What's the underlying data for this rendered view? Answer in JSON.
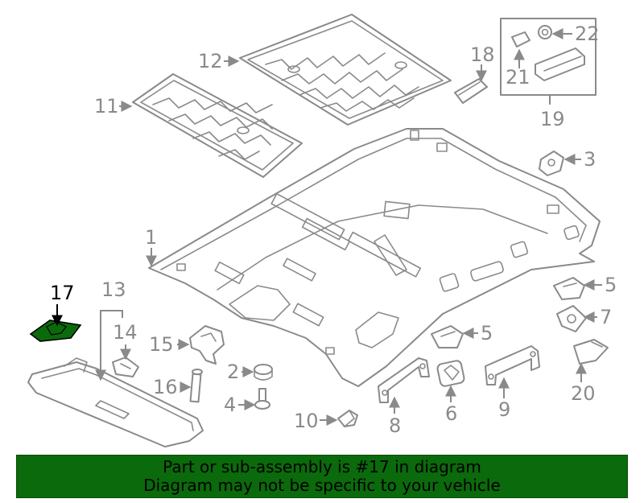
{
  "highlight": {
    "part_number": "17",
    "color": "#0b6a0b"
  },
  "callouts": {
    "c1": "1",
    "c2": "2",
    "c3": "3",
    "c4": "4",
    "c5a": "5",
    "c5b": "5",
    "c6": "6",
    "c7": "7",
    "c8": "8",
    "c9": "9",
    "c10": "10",
    "c11": "11",
    "c12": "12",
    "c13": "13",
    "c14": "14",
    "c15": "15",
    "c16": "16",
    "c17": "17",
    "c18": "18",
    "c19": "19",
    "c20": "20",
    "c21": "21",
    "c22": "22"
  },
  "banner": {
    "line1": "Part or sub-assembly is #17 in diagram",
    "line2": "Diagram may not be specific to your vehicle",
    "background": "#0b6a0b"
  }
}
